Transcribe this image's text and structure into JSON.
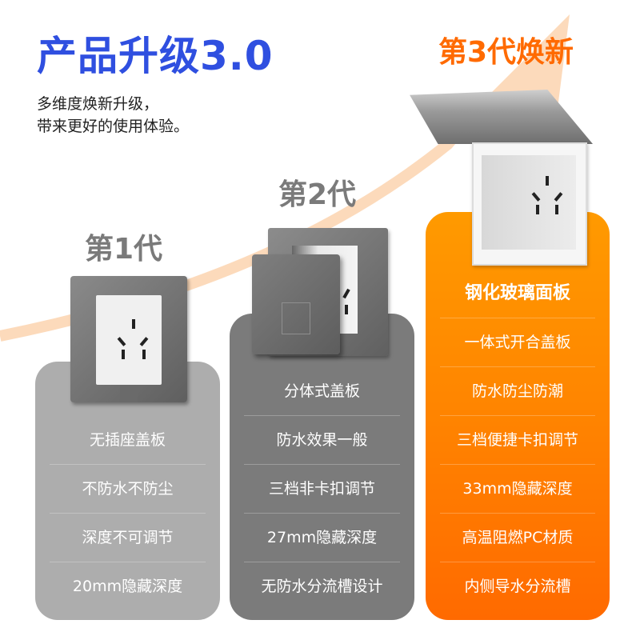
{
  "header": {
    "title": "产品升级3.0",
    "subtitle_line1": "多维度焕新升级，",
    "subtitle_line2": "带来更好的使用体验。"
  },
  "colors": {
    "title_blue": "#2f4fe0",
    "accent_orange": "#ff6a00",
    "gen1_card": "#adadad",
    "gen2_card": "#7b7b7b",
    "gen3_card_top": "#ff9a00",
    "gen3_card_bottom": "#ff6a00",
    "gen_label_gray": "#7a7a7a",
    "arrow_peach": "#fcd6b4"
  },
  "generations": [
    {
      "label": "第1代",
      "product_image": "socket-with-open-frame-icon",
      "features": [
        "无插座盖板",
        "不防水不防尘",
        "深度不可调节",
        "20mm隐藏深度"
      ]
    },
    {
      "label": "第2代",
      "product_image": "socket-with-separate-cover-icon",
      "features": [
        "分体式盖板",
        "防水效果一般",
        "三档非卡扣调节",
        "27mm隐藏深度",
        "无防水分流槽设计"
      ]
    },
    {
      "label": "第3代焕新",
      "product_image": "socket-with-hinged-flip-cover-icon",
      "features": [
        "钢化玻璃面板",
        "一体式开合盖板",
        "防水防尘防潮",
        "三档便捷卡扣调节",
        "33mm隐藏深度",
        "高温阻燃PC材质",
        "内侧导水分流槽"
      ]
    }
  ]
}
